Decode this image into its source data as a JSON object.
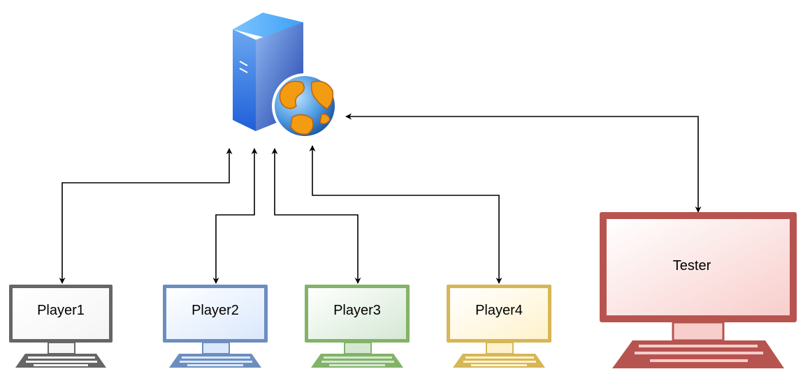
{
  "nodes": {
    "player1": {
      "label": "Player1",
      "color": "#666666",
      "fill_light": "#f5f5f5"
    },
    "player2": {
      "label": "Player2",
      "color": "#6c8ebf",
      "fill_light": "#dae8fc"
    },
    "player3": {
      "label": "Player3",
      "color": "#82b366",
      "fill_light": "#d5e8d4"
    },
    "player4": {
      "label": "Player4",
      "color": "#d6b656",
      "fill_light": "#fff2cc"
    },
    "tester": {
      "label": "Tester",
      "color": "#b85450",
      "fill_light": "#f8cecc"
    }
  },
  "server": {
    "icon": "web-server-icon"
  },
  "connections": [
    {
      "from": "player1",
      "to": "server",
      "bidirectional": true
    },
    {
      "from": "player2",
      "to": "server",
      "bidirectional": true
    },
    {
      "from": "player3",
      "to": "server",
      "bidirectional": true
    },
    {
      "from": "player4",
      "to": "server",
      "bidirectional": true
    },
    {
      "from": "tester",
      "to": "server",
      "bidirectional": true
    }
  ]
}
